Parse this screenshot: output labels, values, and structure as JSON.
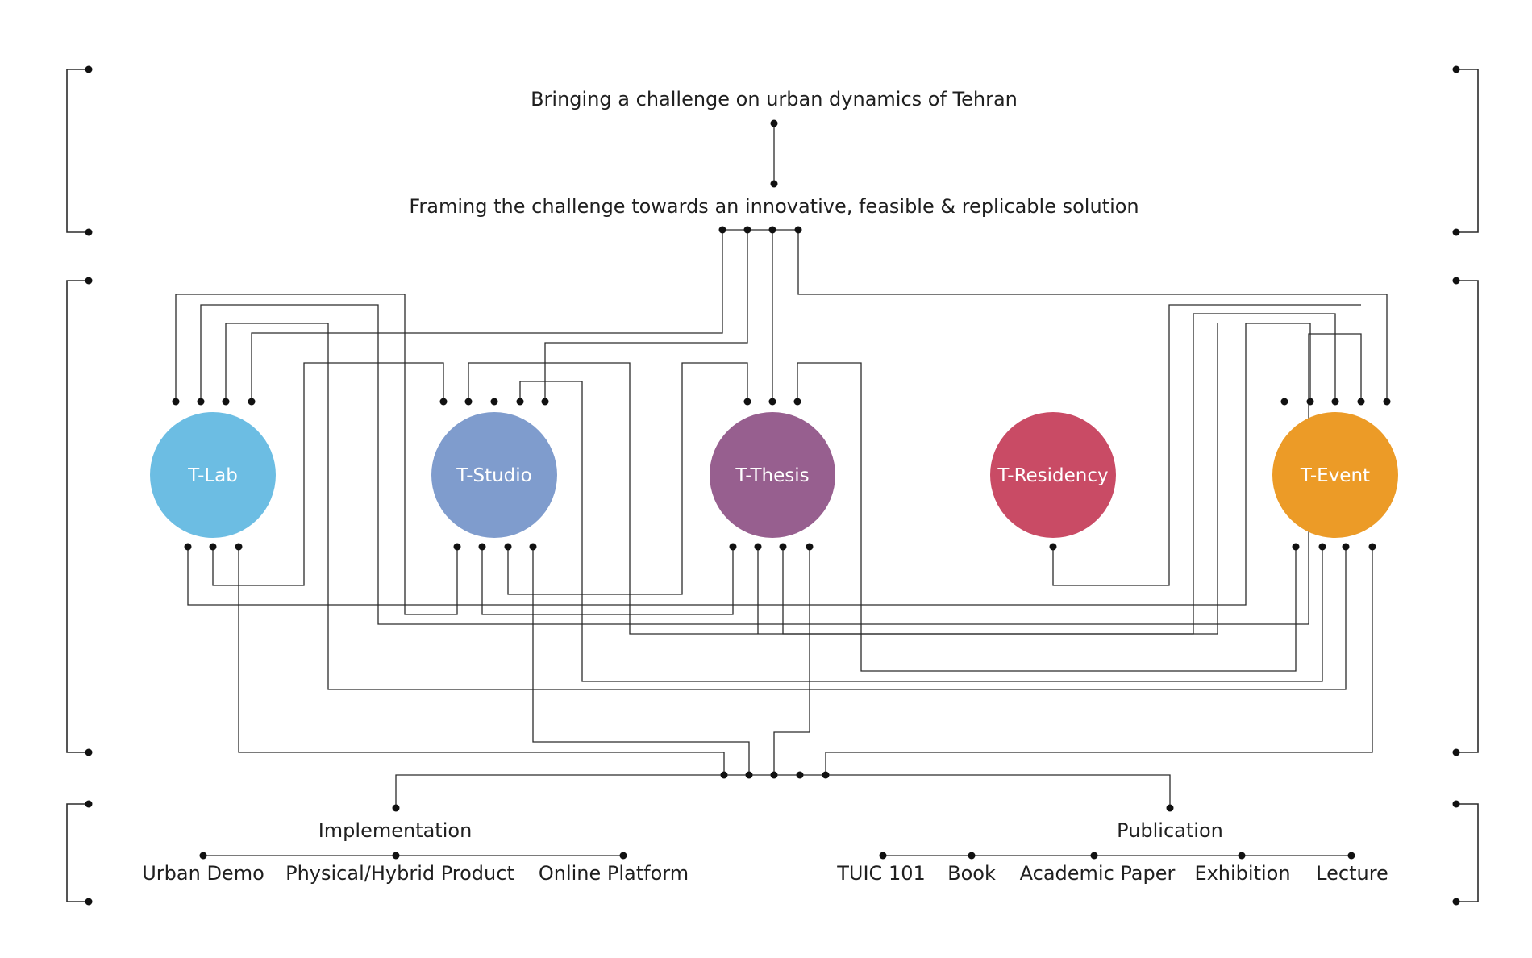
{
  "header": {
    "challenge": "Bringing a challenge on urban dynamics of Tehran",
    "framing": "Framing the challenge towards an innovative, feasible & replicable solution"
  },
  "programs": [
    {
      "id": "lab",
      "label": "T-Lab",
      "color": "#6CBDE3"
    },
    {
      "id": "studio",
      "label": "T-Studio",
      "color": "#7F9CCD"
    },
    {
      "id": "thesis",
      "label": "T-Thesis",
      "color": "#975F8F"
    },
    {
      "id": "residency",
      "label": "T-Residency",
      "color": "#C94B65"
    },
    {
      "id": "event",
      "label": "T-Event",
      "color": "#EC9B27"
    }
  ],
  "outputs": {
    "implementation": {
      "title": "Implementation",
      "items": [
        "Urban Demo",
        "Physical/Hybrid Product",
        "Online Platform"
      ]
    },
    "publication": {
      "title": "Publication",
      "items": [
        "TUIC 101",
        "Book",
        "Academic Paper",
        "Exhibition",
        "Lecture"
      ]
    }
  },
  "colors": {
    "line": "#2b2b2b",
    "dot": "#111111",
    "text": "#1f1f1f",
    "node_text": "#ffffff"
  }
}
